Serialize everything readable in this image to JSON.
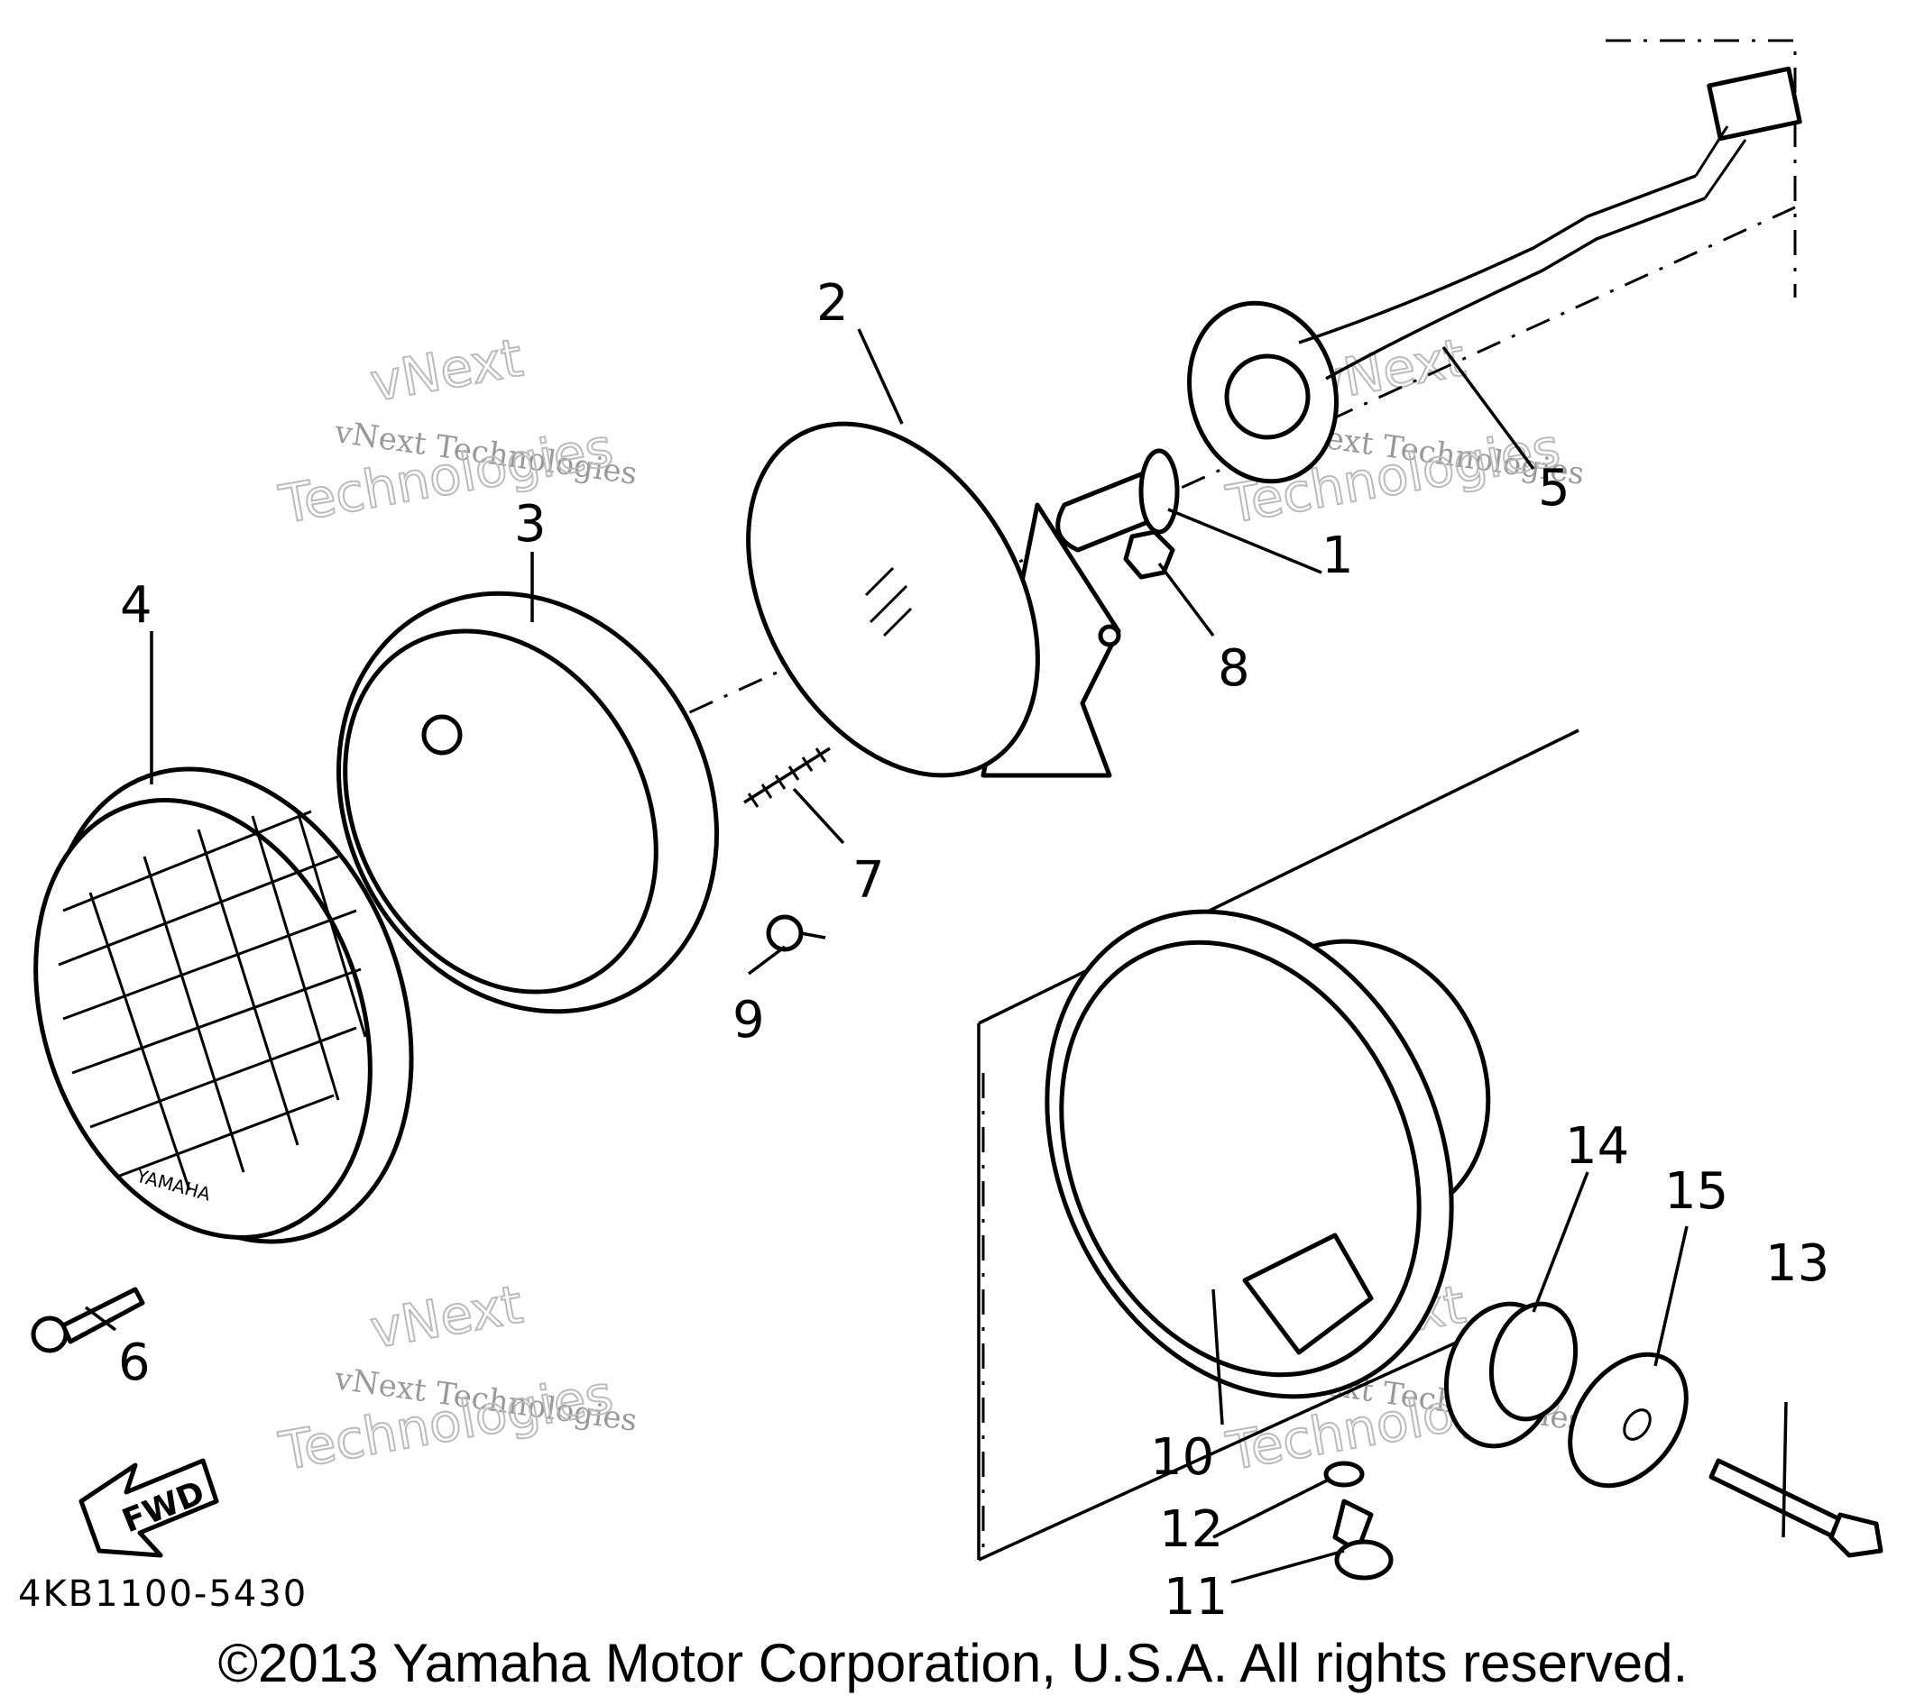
{
  "labels": {
    "p1": "1",
    "p2": "2",
    "p3": "3",
    "p4": "4",
    "p5": "5",
    "p6": "6",
    "p7": "7",
    "p8": "8",
    "p9": "9",
    "p10": "10",
    "p11": "11",
    "p12": "12",
    "p13": "13",
    "p14": "14",
    "p15": "15"
  },
  "fwd_arrow": "FWD",
  "grille_badge": "YAMAHA",
  "diagram_code": "4KB1100-5430",
  "watermarks": {
    "line_small": "vNext Technologies",
    "line_big_top": "vNext",
    "line_big_bottom": "Technologies"
  },
  "copyright": "©2013 Yamaha Motor Corporation, U.S.A. All rights reserved."
}
